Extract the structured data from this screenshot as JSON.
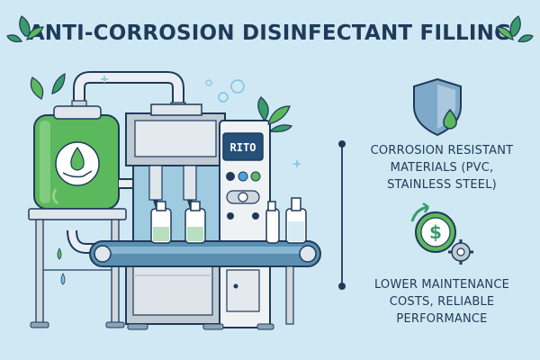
{
  "title": "ANTI-CORROSION DISINFECTANT FILLING",
  "machine": {
    "brand_label": "RITO"
  },
  "features": [
    {
      "icon": "shield-droplet-icon",
      "lines": [
        "CORROSION RESISTANT",
        "MATERIALS (PVC,",
        "STAINLESS STEEL)"
      ]
    },
    {
      "icon": "dollar-gear-icon",
      "lines": [
        "LOWER MAINTENANCE",
        "COSTS, RELIABLE",
        "PERFORMANCE"
      ]
    }
  ],
  "colors": {
    "background": "#cfe8f3",
    "title": "#1f3a5a",
    "tank_green": "#5cb85c",
    "machine_steel": "#dfe6ec",
    "conveyor_blue": "#5a8fb0",
    "leaf_green": "#3a9b6a"
  }
}
